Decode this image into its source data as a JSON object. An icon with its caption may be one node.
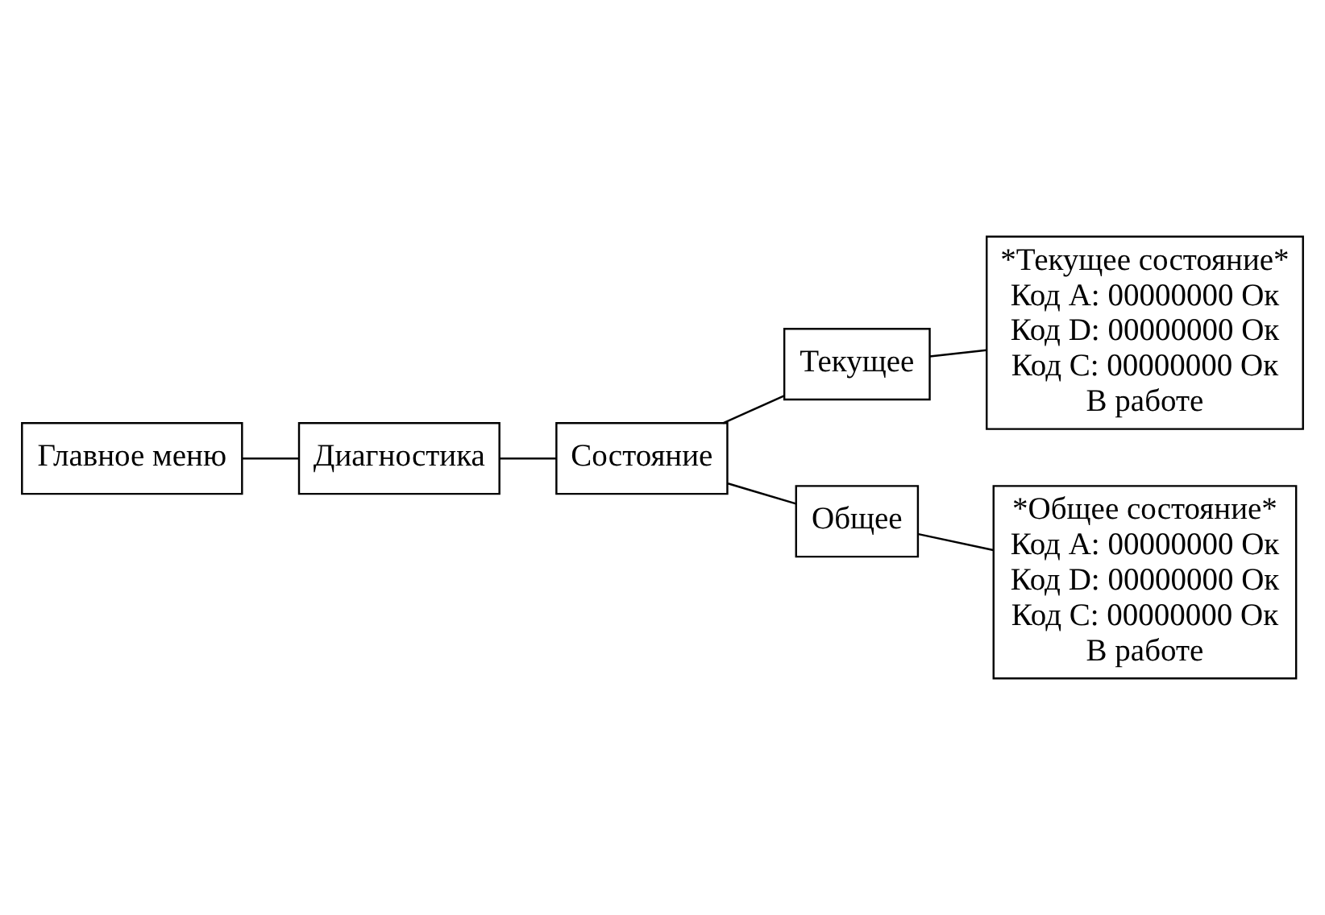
{
  "diagram": {
    "nodes": [
      {
        "text": [
          "Главное меню"
        ]
      },
      {
        "text": [
          "Диагностика"
        ]
      },
      {
        "text": [
          "Состояние"
        ]
      },
      {
        "text": [
          "Текущее"
        ]
      },
      {
        "text": [
          "*Текущее состояние*",
          "Код A: 00000000 Ок",
          "Код D: 00000000 Ок",
          "Код C: 00000000 Ок",
          "В работе"
        ]
      },
      {
        "text": [
          "Общее"
        ]
      },
      {
        "text": [
          "*Общее состояние*",
          "Код A: 00000000 Ок",
          "Код D: 00000000 Ок",
          "Код C: 00000000 Ок",
          "В работе"
        ]
      }
    ],
    "edges": [
      {
        "from": 0,
        "to": 1,
        "arrow": "none"
      },
      {
        "from": 1,
        "to": 2,
        "arrow": "none"
      },
      {
        "from": 2,
        "to": 3,
        "arrow": "none"
      },
      {
        "from": 3,
        "to": 4,
        "arrow": "none"
      },
      {
        "from": 2,
        "to": 5,
        "arrow": "none"
      },
      {
        "from": 5,
        "to": 6,
        "arrow": "none"
      }
    ]
  }
}
